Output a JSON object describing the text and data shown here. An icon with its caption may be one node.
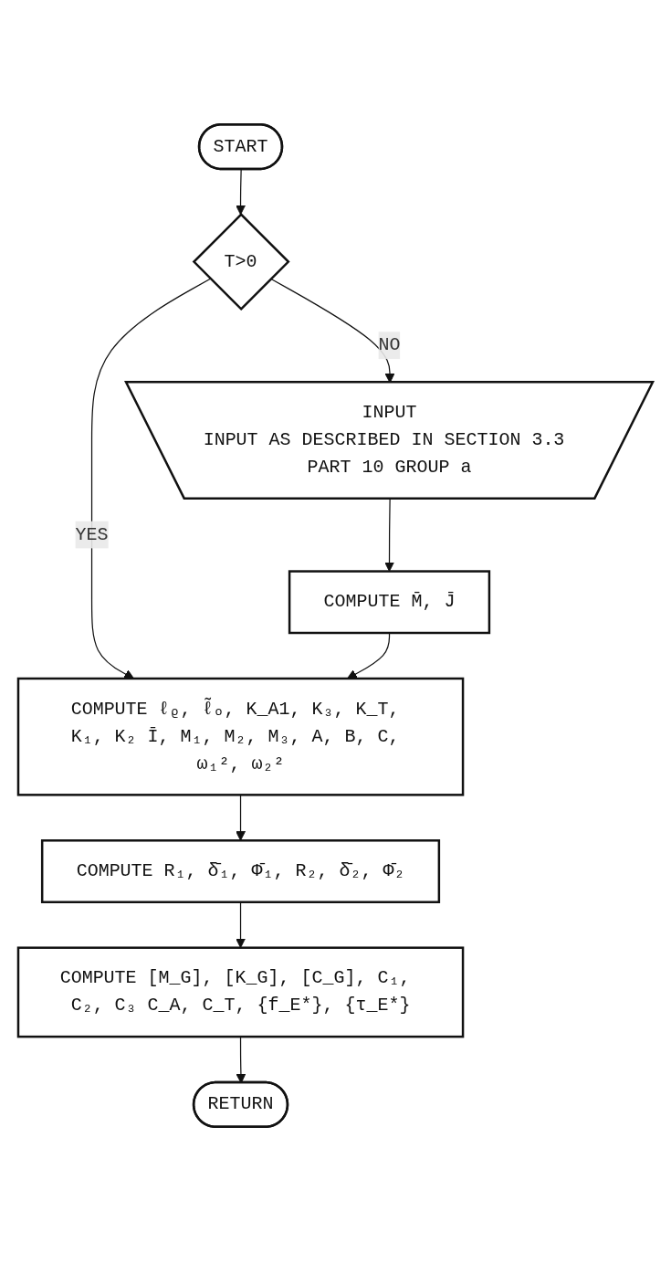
{
  "diagram": {
    "nodes": [
      {
        "text": [
          "START"
        ]
      },
      {
        "text": [
          "T>0"
        ]
      },
      {
        "text": [
          "INPUT",
          "INPUT AS DESCRIBED IN SECTION 3.3 PART 10 GROUP a"
        ]
      },
      {
        "text": [
          "COMPUTE M̄, J̄"
        ]
      },
      {
        "text": [
          "COMPUTE ℓᵨ, ℓ̃ₒ, K_A1, K₃, K_T, K₁, K₂ Ī, M₁, M₂, M₃, A, B, C, ω₁², ω₂²"
        ]
      },
      {
        "text": [
          "COMPUTE R₁, δ̄₁, Φ̄₁, R₂, δ̄₂, Φ̄₂"
        ]
      },
      {
        "text": [
          "COMPUTE [M_G], [K_G], [C_G], C₁, C₂, C₃ C_A, C_T, {f_E*}, {τ_E*}"
        ]
      },
      {
        "text": [
          "RETURN"
        ]
      }
    ],
    "edges": [
      {
        "from": 0,
        "to": 1,
        "arrow": "to"
      },
      {
        "from": 1,
        "to": 2,
        "arrow": "to",
        "label": "NO"
      },
      {
        "from": 1,
        "to": 4,
        "arrow": "to",
        "label": "YES"
      },
      {
        "from": 2,
        "to": 3,
        "arrow": "to"
      },
      {
        "from": 3,
        "to": 4,
        "arrow": "to"
      },
      {
        "from": 4,
        "to": 5,
        "arrow": "to"
      },
      {
        "from": 5,
        "to": 6,
        "arrow": "to"
      },
      {
        "from": 6,
        "to": 7,
        "arrow": "to"
      }
    ]
  }
}
